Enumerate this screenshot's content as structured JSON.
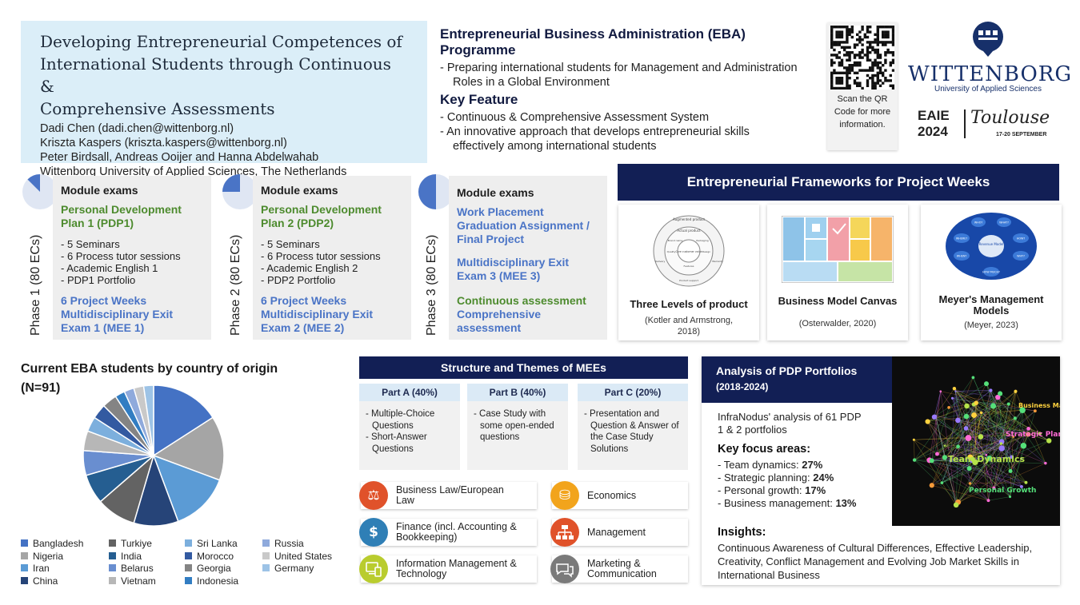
{
  "header": {
    "title": "Developing Entrepreneurial Competences of International Students through Continuous & Comprehensive Assessments",
    "title_lines": [
      "Developing Entrepreneurial Competences of",
      "International Students through Continuous &",
      "Comprehensive Assessments"
    ],
    "authors": [
      "Dadi Chen (dadi.chen@wittenborg.nl)",
      "Kriszta Kaspers (kriszta.kaspers@wittenborg.nl)",
      "Peter Birdsall,  Andreas Ooijer and Hanna Abdelwahab",
      "Wittenborg University of Applied Sciences, The Netherlands"
    ]
  },
  "programme": {
    "heading": "Entrepreneurial Business Administration (EBA) Programme",
    "bullets": [
      "Preparing international students for Management and Administration Roles in a Global Environment"
    ],
    "feature_heading": "Key Feature",
    "feature_bullets": [
      "Continuous & Comprehensive Assessment System",
      "An innovative approach that develops entrepreneurial skills effectively among international students"
    ]
  },
  "qr": {
    "caption": "Scan the QR Code for more information."
  },
  "logo": {
    "name": "WITTENBORG",
    "subtitle": "University of Applied Sciences"
  },
  "event": {
    "name": "EAIE",
    "year": "2024",
    "city": "Toulouse",
    "dates": "17-20 SEPTEMBER"
  },
  "phases": [
    {
      "label": "Phase 1 (80 ECs)",
      "progress": 0.125,
      "heading": "Module exams",
      "green_top": "Personal Development Plan 1 (PDP1)",
      "items": [
        "5 Seminars",
        "6 Process tutor sessions",
        "Academic English 1",
        "PDP1 Portfolio"
      ],
      "blue_bottom": "6 Project Weeks Multidisciplinary Exit Exam 1 (MEE 1)"
    },
    {
      "label": "Phase 2 (80 ECs)",
      "progress": 0.25,
      "heading": "Module exams",
      "green_top": "Personal Development Plan 2 (PDP2)",
      "items": [
        "5 Seminars",
        "6 Process tutor sessions",
        "Academic English 2",
        "PDP2 Portfolio"
      ],
      "blue_bottom": "6 Project Weeks Multidisciplinary Exit Exam 2 (MEE 2)"
    },
    {
      "label": "Phase 3 (80 ECs)",
      "progress": 0.5,
      "heading": "Module exams",
      "blue_top": "Work Placement Graduation Assignment / Final Project",
      "blue_mid": "Multidisciplinary Exit Exam 3 (MEE 3)",
      "green_bottom": "Continuous assessment",
      "blue_bottom": "Comprehensive assessment"
    }
  ],
  "frameworks": {
    "heading": "Entrepreneurial Frameworks for Project Weeks",
    "items": [
      {
        "name": "Three Levels of product",
        "cite": "(Kotler and Armstrong, 2018)"
      },
      {
        "name": "Business Model Canvas",
        "cite": "(Osterwalder, 2020)"
      },
      {
        "name": "Meyer's Management Models",
        "cite": "(Meyer, 2023)"
      }
    ],
    "diagram_labels": {
      "levels": [
        "Augmented product",
        "Actual product",
        "Core customer value",
        "Brand name",
        "Packaging",
        "Quality",
        "Design",
        "Features",
        "Warranty",
        "Delivery",
        "Product support"
      ],
      "meyer_center": "Revenue Model",
      "meyer_questions": [
        "WHO?",
        "WHAT?",
        "HOW?",
        "WHY?",
        "HOW MUCH?",
        "WHEN?",
        "WHERE?"
      ]
    }
  },
  "chart_data": {
    "type": "pie",
    "title": "Current EBA students by country of origin (N=91)",
    "title_lines": [
      "Current EBA students by country of origin",
      "(N=91)"
    ],
    "categories": [
      "Bangladesh",
      "Nigeria",
      "Iran",
      "China",
      "Turkiye",
      "India",
      "Belarus",
      "Vietnam",
      "Sri Lanka",
      "Morocco",
      "Georgia",
      "Indonesia",
      "Russia",
      "United States",
      "Germany"
    ],
    "legend_placement": "bottom",
    "colors": [
      "#4472c4",
      "#a5a5a5",
      "#5b9bd5",
      "#264478",
      "#636363",
      "#255e91",
      "#698ed0",
      "#b7b7b7",
      "#7cafdd",
      "#335aa1",
      "#848484",
      "#327dc2",
      "#8faadc",
      "#c9c9c9",
      "#9dc3e6"
    ],
    "values": [
      14,
      13,
      12,
      9,
      8,
      6,
      5,
      4,
      3,
      3,
      3,
      2,
      2,
      2,
      2
    ]
  },
  "mee": {
    "heading": "Structure and Themes of MEEs",
    "parts": [
      {
        "label": "Part A (40%)",
        "items": [
          "Multiple-Choice Questions",
          "Short-Answer Questions"
        ]
      },
      {
        "label": "Part B (40%)",
        "items": [
          "Case Study with some open-ended questions"
        ]
      },
      {
        "label": "Part C (20%)",
        "items": [
          "Presentation and Question & Answer of the Case Study Solutions"
        ]
      }
    ],
    "themes": [
      {
        "label": "Business Law/European Law",
        "icon": "gavel-icon",
        "color": "#e0522a"
      },
      {
        "label": "Economics",
        "icon": "coins-icon",
        "color": "#f2a41c"
      },
      {
        "label": "Finance (incl. Accounting & Bookkeeping)",
        "icon": "dollar-icon",
        "color": "#2f7fb6"
      },
      {
        "label": "Management",
        "icon": "org-chart-icon",
        "color": "#e0522a"
      },
      {
        "label": "Information Management & Technology",
        "icon": "devices-icon",
        "color": "#b9cc2e"
      },
      {
        "label": "Marketing & Communication",
        "icon": "chat-icon",
        "color": "#7a7a7a"
      }
    ]
  },
  "pdp": {
    "heading": "Analysis of PDP Portfolios",
    "years": "(2018-2024)",
    "intro": "InfraNodus' analysis of 61 PDP 1 & 2 portfolios",
    "focus_heading": "Key focus areas:",
    "focus": [
      {
        "label": "Team dynamics:",
        "value": "27%"
      },
      {
        "label": "Strategic planning:",
        "value": "24%"
      },
      {
        "label": "Personal growth:",
        "value": "17%"
      },
      {
        "label": "Business management:",
        "value": "13%"
      }
    ],
    "insights_heading": "Insights:",
    "insights": "Continuous Awareness of Cultural Differences, Effective Leadership, Creativity, Conflict Management and Evolving Job Market Skills in International Business",
    "network_labels": [
      "Team Dynamics",
      "Strategic Planning",
      "Personal Growth",
      "Business Management"
    ]
  }
}
